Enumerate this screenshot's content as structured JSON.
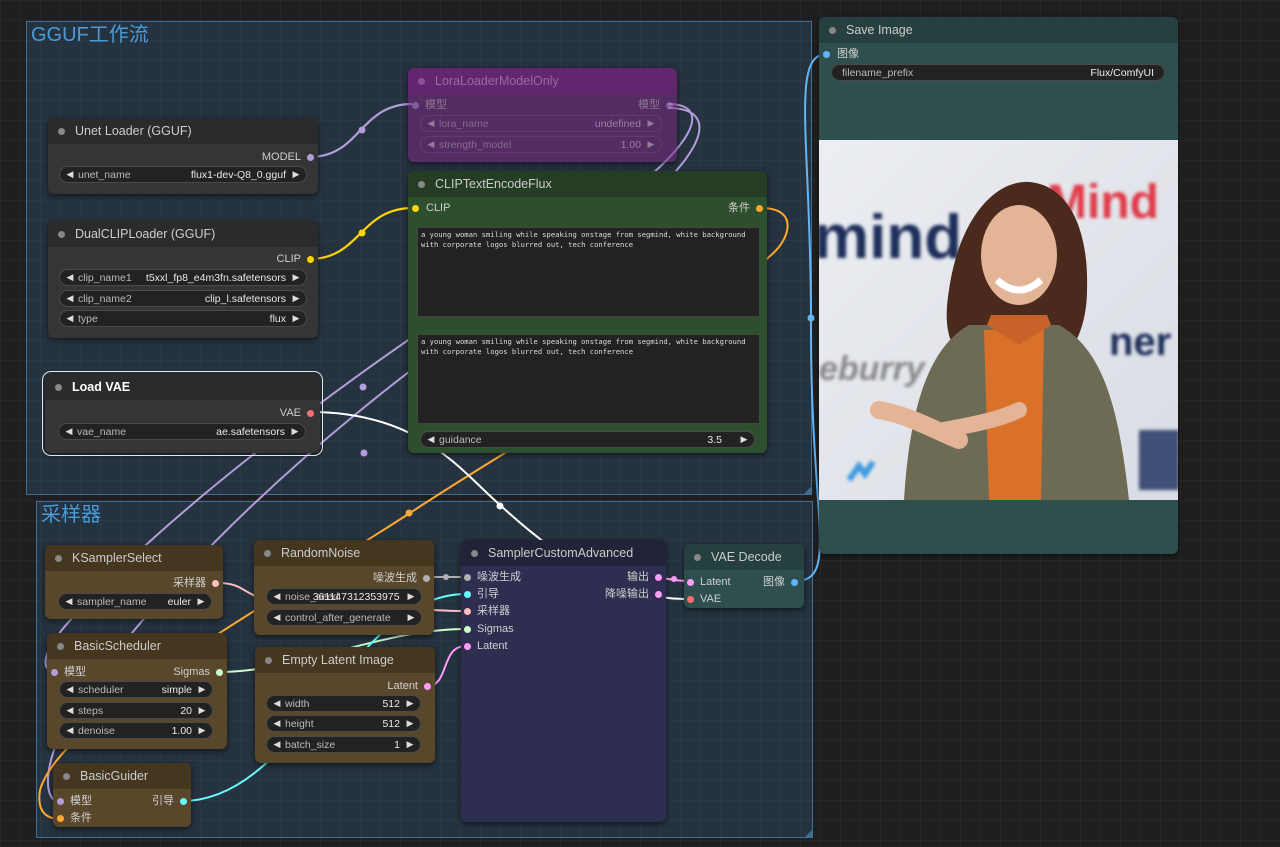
{
  "groups": {
    "gguf_title": "GGUF工作流",
    "sampler_title": "采样器"
  },
  "colors": {
    "model": "#b39ddb",
    "clip": "#ffd500",
    "vae": "#ff6e6e",
    "conditioning": "#ffa931",
    "image": "#64b5f6",
    "latent": "#ff9cf9",
    "noise": "#b0b0b0",
    "guider": "#66ffff",
    "sampler": "#ffc0c0",
    "sigmas": "#cdffcd",
    "group": "#3f6f95"
  },
  "nodes": {
    "unet_loader": {
      "title": "Unet Loader (GGUF)",
      "out_model": "MODEL",
      "w_unet_label": "unet_name",
      "w_unet_value": "flux1-dev-Q8_0.gguf"
    },
    "dual_clip": {
      "title": "DualCLIPLoader (GGUF)",
      "out_clip": "CLIP",
      "w1_label": "clip_name1",
      "w1_value": "t5xxl_fp8_e4m3fn.safetensors",
      "w2_label": "clip_name2",
      "w2_value": "clip_l.safetensors",
      "w3_label": "type",
      "w3_value": "flux"
    },
    "load_vae": {
      "title": "Load VAE",
      "out_vae": "VAE",
      "w_label": "vae_name",
      "w_value": "ae.safetensors"
    },
    "lora": {
      "title": "LoraLoaderModelOnly",
      "in_model": "模型",
      "out_model": "模型",
      "w1_label": "lora_name",
      "w1_value": "undefined",
      "w2_label": "strength_model",
      "w2_value": "1.00"
    },
    "clip_encode": {
      "title": "CLIPTextEncodeFlux",
      "in_clip": "CLIP",
      "out_cond": "条件",
      "text1": "a young woman smiling while speaking onstage from segmind, white background with corporate logos blurred out, tech conference",
      "text2": "a young woman smiling while speaking onstage from segmind, white background with corporate logos blurred out, tech conference",
      "w_label": "guidance",
      "w_value": "3.5"
    },
    "save_image": {
      "title": "Save Image",
      "in_image": "图像",
      "w_label": "filename_prefix",
      "w_value": "Flux/ComfyUI",
      "preview_texts": [
        "mind",
        "Mind",
        "eburry",
        "ner"
      ]
    },
    "ksampler_select": {
      "title": "KSamplerSelect",
      "out": "采样器",
      "w_label": "sampler_name",
      "w_value": "euler"
    },
    "random_noise": {
      "title": "RandomNoise",
      "out": "噪波生成",
      "w1_label": "noise_seed",
      "w1_value": "361147312353975",
      "w2_label": "control_after_generate",
      "w2_value": ""
    },
    "basic_scheduler": {
      "title": "BasicScheduler",
      "in_model": "模型",
      "out": "Sigmas",
      "w1_label": "scheduler",
      "w1_value": "simple",
      "w2_label": "steps",
      "w2_value": "20",
      "w3_label": "denoise",
      "w3_value": "1.00"
    },
    "empty_latent": {
      "title": "Empty Latent Image",
      "out": "Latent",
      "w1_label": "width",
      "w1_value": "512",
      "w2_label": "height",
      "w2_value": "512",
      "w3_label": "batch_size",
      "w3_value": "1"
    },
    "basic_guider": {
      "title": "BasicGuider",
      "in_model": "模型",
      "in_cond": "条件",
      "out": "引导"
    },
    "sampler_adv": {
      "title": "SamplerCustomAdvanced",
      "in1": "噪波生成",
      "in2": "引导",
      "in3": "采样器",
      "in4": "Sigmas",
      "in5": "Latent",
      "out1": "输出",
      "out2": "降噪输出"
    },
    "vae_decode": {
      "title": "VAE Decode",
      "in1": "Latent",
      "in2": "VAE",
      "out": "图像"
    }
  }
}
